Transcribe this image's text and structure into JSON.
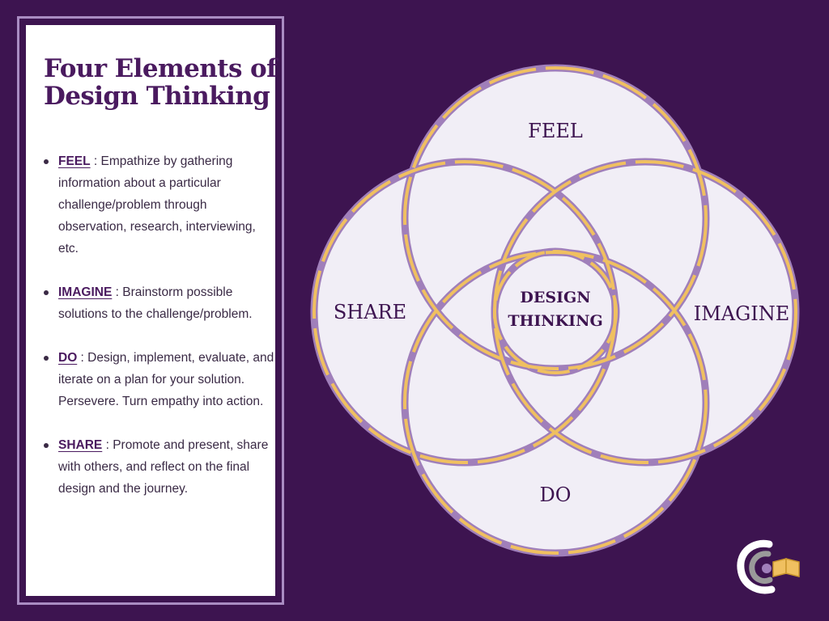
{
  "title_lines": [
    "Four Elements of",
    "Design Thinking"
  ],
  "elements": [
    {
      "term": "FEEL",
      "separator": " : ",
      "description": "Empathize by gathering information about a particular challenge/problem through observation, research, interviewing, etc."
    },
    {
      "term": "IMAGINE",
      "separator": " : ",
      "description": "Brainstorm possible solutions to the challenge/problem."
    },
    {
      "term": "DO",
      "separator": " : ",
      "description": "Design, implement, evaluate, and iterate on a plan for your solution. Persevere. Turn empathy into action."
    },
    {
      "term": "SHARE",
      "separator": " : ",
      "description": "Promote and present, share with others, and reflect on the final design and the journey."
    }
  ],
  "diagram": {
    "labels": {
      "top": "FEEL",
      "right": "IMAGINE",
      "bottom": "DO",
      "left": "SHARE"
    },
    "center": [
      "DESIGN",
      "THINKING"
    ]
  },
  "colors": {
    "background": "#3d1450",
    "title": "#4a1a5f",
    "ring_purple": "#a07fba",
    "ring_gold": "#f0c060",
    "circle_fill": "#f1eef6"
  },
  "logo": {
    "icon": "open-book-logo-icon"
  }
}
